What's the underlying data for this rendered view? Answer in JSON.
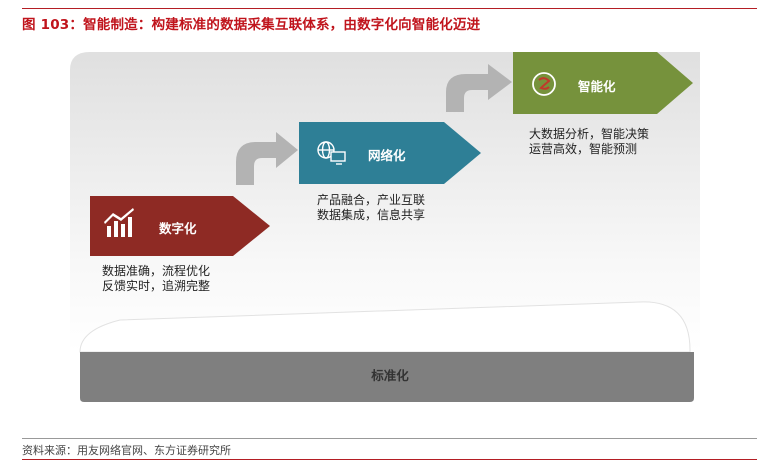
{
  "title": "图 103：智能制造：构建标准的数据采集互联体系，由数字化向智能化迈进",
  "stages": [
    {
      "label": "数字化",
      "desc": "数据准确，流程优化\n反馈实时，追溯完整",
      "color": "#8e2a24",
      "icon": "bar-chart-icon"
    },
    {
      "label": "网络化",
      "desc": "产品融合，产业互联\n数据集成，信息共享",
      "color": "#2e7f96",
      "icon": "globe-computer-icon"
    },
    {
      "label": "智能化",
      "desc": "大数据分析，智能决策\n运营高效，智能预测",
      "color": "#76923c",
      "icon": "brain-icon"
    }
  ],
  "base": {
    "label": "标准化",
    "color": "#7f7f7f"
  },
  "arrow_color": "#b3b3b3",
  "source": "资料来源：用友网络官网、东方证券研究所"
}
